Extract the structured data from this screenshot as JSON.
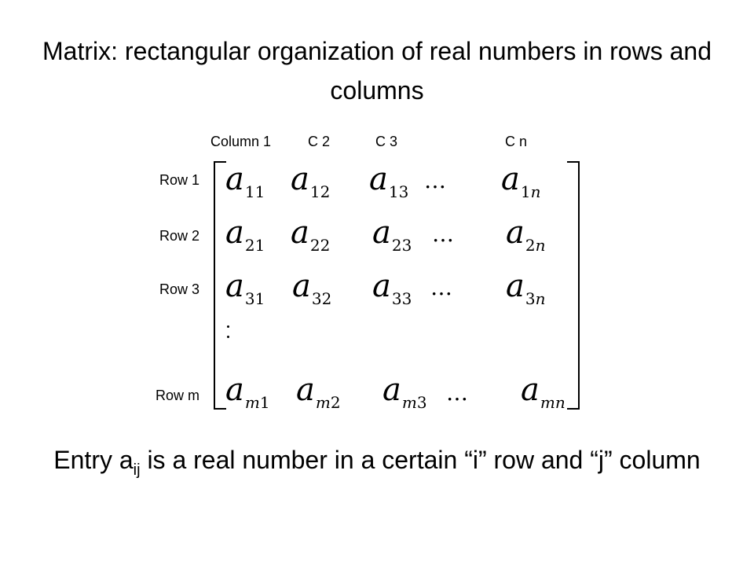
{
  "slide": {
    "title": "Matrix: rectangular organization of real numbers in rows and columns",
    "column_labels": [
      "Column 1",
      "C 2",
      "C 3",
      "C n"
    ],
    "row_labels": [
      "Row 1",
      "Row 2",
      "Row 3",
      "Row m"
    ],
    "symbol": "a",
    "ellipsis": "…",
    "matrix_rows": [
      [
        {
          "r": "1",
          "c": "1"
        },
        {
          "r": "1",
          "c": "2"
        },
        {
          "r": "1",
          "c": "3"
        },
        {
          "r": "1",
          "c": "n"
        }
      ],
      [
        {
          "r": "2",
          "c": "1"
        },
        {
          "r": "2",
          "c": "2"
        },
        {
          "r": "2",
          "c": "3"
        },
        {
          "r": "2",
          "c": "n"
        }
      ],
      [
        {
          "r": "3",
          "c": "1"
        },
        {
          "r": "3",
          "c": "2"
        },
        {
          "r": "3",
          "c": "3"
        },
        {
          "r": "3",
          "c": "n"
        }
      ],
      [
        {
          "r": "m",
          "c": "1"
        },
        {
          "r": "m",
          "c": "2"
        },
        {
          "r": "m",
          "c": "3"
        },
        {
          "r": "m",
          "c": "n"
        }
      ]
    ],
    "caption": {
      "prefix": "Entry a",
      "subscript": "ij",
      "suffix": " is a real number in a certain “i” row and “j” column"
    }
  }
}
